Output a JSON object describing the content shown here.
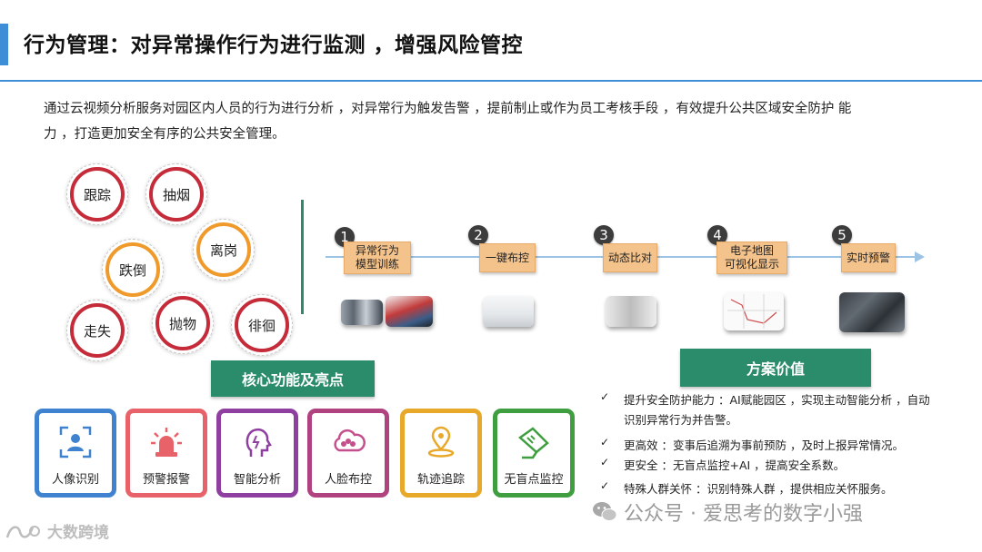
{
  "header": {
    "title": "行为管理：对异常操作行为进行监测 ，增强风险管控",
    "accent_color": "#3d8ed6"
  },
  "intro": {
    "line1": "通过云视频分析服务对园区内人员的行为进行分析 ，对异常行为触发告警 ，提前制止或作为员工考核手段 ，有效提升公共区域安全防护 能",
    "line2": "力 ，打造更加安全有序的公共安全管理。"
  },
  "behaviors": [
    {
      "label": "跟踪",
      "ring_color": "#c62b3a"
    },
    {
      "label": "抽烟",
      "ring_color": "#c62b3a"
    },
    {
      "label": "离岗",
      "ring_color": "#ef9a2a"
    },
    {
      "label": "跌倒",
      "ring_color": "#ef9a2a"
    },
    {
      "label": "走失",
      "ring_color": "#c62b3a"
    },
    {
      "label": "抛物",
      "ring_color": "#c62b3a"
    },
    {
      "label": "徘徊",
      "ring_color": "#c62b3a"
    }
  ],
  "core_features": {
    "heading": "核心功能及亮点",
    "cards": [
      {
        "label": "人像识别",
        "icon": "person-scan-icon",
        "color": "#3f82d0"
      },
      {
        "label": "预警报警",
        "icon": "alarm-siren-icon",
        "color": "#e8626a"
      },
      {
        "label": "智能分析",
        "icon": "brain-head-icon",
        "color": "#8e3fa0"
      },
      {
        "label": "人脸布控",
        "icon": "face-cloud-icon",
        "color": "#b0427f"
      },
      {
        "label": "轨迹追踪",
        "icon": "location-pin-icon",
        "color": "#e8a92a"
      },
      {
        "label": "无盲点监控",
        "icon": "camera-icon",
        "color": "#3f9e3f"
      }
    ]
  },
  "process": {
    "steps": [
      {
        "num": "1",
        "label_line1": "异常行为",
        "label_line2": "模型训练"
      },
      {
        "num": "2",
        "label_line1": "一键布控",
        "label_line2": ""
      },
      {
        "num": "3",
        "label_line1": "动态比对",
        "label_line2": ""
      },
      {
        "num": "4",
        "label_line1": "电子地图",
        "label_line2": "可视化显示"
      },
      {
        "num": "5",
        "label_line1": "实时预警",
        "label_line2": ""
      }
    ],
    "step_color": "#f4c28b"
  },
  "solution_value": {
    "heading": "方案价值",
    "items": [
      {
        "line1": "提升安全防护能力 ：AI赋能园区 ，实现主动智能分析 ，自动",
        "line2": "识别异常行为并告警。"
      },
      {
        "line1": "更高效 ：变事后追溯为事前预防 ，及时上报异常情况。",
        "line2": ""
      },
      {
        "line1": "更安全 ：无盲点监控+AI ，提高安全系数。",
        "line2": ""
      },
      {
        "line1": "特殊人群关怀 ：识别特殊人群 ，提供相应关怀服务。",
        "line2": ""
      }
    ]
  },
  "watermark": {
    "text": "公众号 · 爱思考的数字小强",
    "icon": "wechat-icon"
  },
  "brand": {
    "text": "大数跨境",
    "icon": "brand-logo-icon"
  },
  "theme": {
    "teal": "#2a8c6a",
    "check": "✓"
  }
}
